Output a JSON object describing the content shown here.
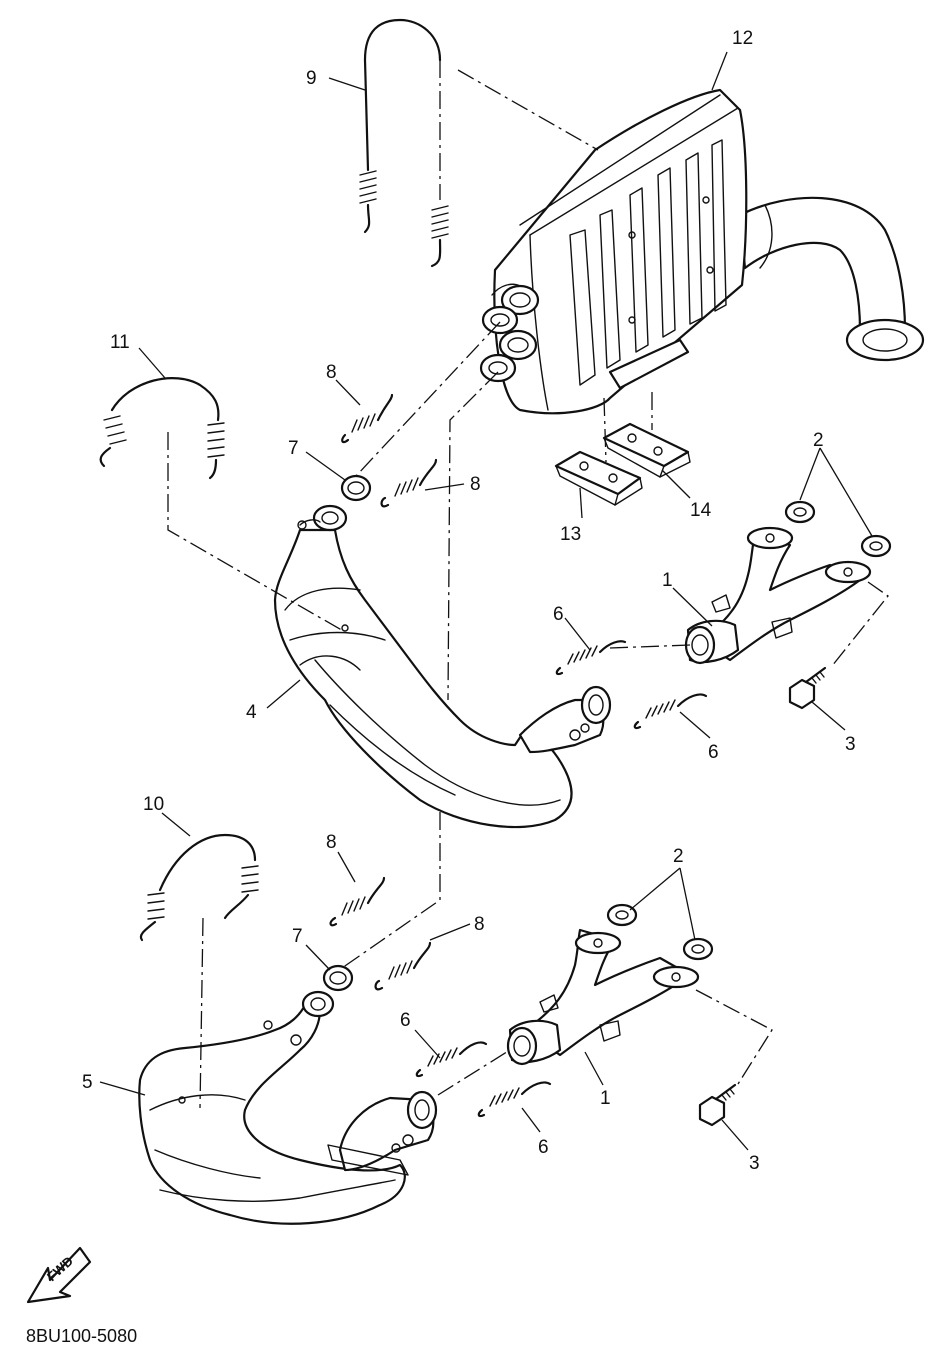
{
  "diagram_code": "8BU100-5080",
  "fwd_label": "FWD",
  "callouts": {
    "c1a": "1",
    "c1b": "1",
    "c2a": "2",
    "c2b": "2",
    "c3a": "3",
    "c3b": "3",
    "c4": "4",
    "c5": "5",
    "c6a": "6",
    "c6b": "6",
    "c6c": "6",
    "c6d": "6",
    "c7a": "7",
    "c7b": "7",
    "c8a": "8",
    "c8b": "8",
    "c8c": "8",
    "c8d": "8",
    "c9": "9",
    "c10": "10",
    "c11": "11",
    "c12": "12",
    "c13": "13",
    "c14": "14"
  }
}
